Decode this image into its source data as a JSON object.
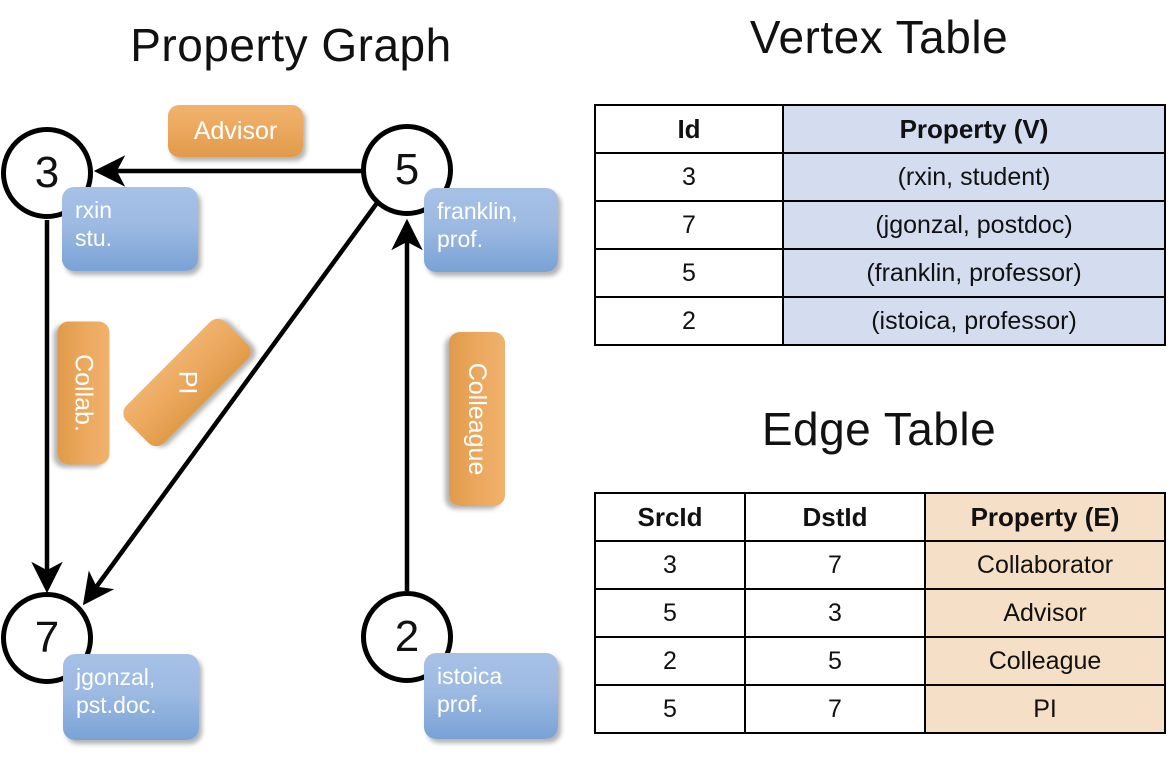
{
  "titles": {
    "property_graph": "Property Graph",
    "vertex_table": "Vertex Table",
    "edge_table": "Edge Table"
  },
  "graph": {
    "nodes": [
      {
        "id": "3",
        "property": "rxin\nstu."
      },
      {
        "id": "5",
        "property": "franklin,\nprof."
      },
      {
        "id": "7",
        "property": "jgonzal,\npst.doc."
      },
      {
        "id": "2",
        "property": "istoica\nprof."
      }
    ],
    "node_labels": {
      "n3": "3",
      "n5": "5",
      "n7": "7",
      "n2": "2"
    },
    "node_props": {
      "n3_line1": "rxin",
      "n3_line2": "stu.",
      "n5_line1": "franklin,",
      "n5_line2": "prof.",
      "n7_line1": "jgonzal,",
      "n7_line2": "pst.doc.",
      "n2_line1": "istoica",
      "n2_line2": "prof."
    },
    "edge_labels": {
      "advisor": "Advisor",
      "collab": "Collab.",
      "pi": "PI",
      "colleague": "Colleague"
    },
    "edges": [
      {
        "from": "5",
        "to": "3",
        "label": "Advisor"
      },
      {
        "from": "3",
        "to": "7",
        "label": "Collab."
      },
      {
        "from": "5",
        "to": "7",
        "label": "PI"
      },
      {
        "from": "2",
        "to": "5",
        "label": "Colleague"
      }
    ]
  },
  "vertex_table": {
    "headers": [
      "Id",
      "Property (V)"
    ],
    "rows": [
      {
        "id": "3",
        "property": "(rxin, student)"
      },
      {
        "id": "7",
        "property": "(jgonzal, postdoc)"
      },
      {
        "id": "5",
        "property": "(franklin, professor)"
      },
      {
        "id": "2",
        "property": "(istoica, professor)"
      }
    ]
  },
  "edge_table": {
    "headers": [
      "SrcId",
      "DstId",
      "Property (E)"
    ],
    "rows": [
      {
        "src": "3",
        "dst": "7",
        "property": "Collaborator"
      },
      {
        "src": "5",
        "dst": "3",
        "property": "Advisor"
      },
      {
        "src": "2",
        "dst": "5",
        "property": "Colleague"
      },
      {
        "src": "5",
        "dst": "7",
        "property": "PI"
      }
    ]
  },
  "colors": {
    "vertex_property_fill": "#d4ddf0",
    "edge_property_fill": "#f5dfc6",
    "node_box_blue": "#9dbae2",
    "edge_label_orange": "#eca95f",
    "stroke": "#000000"
  }
}
